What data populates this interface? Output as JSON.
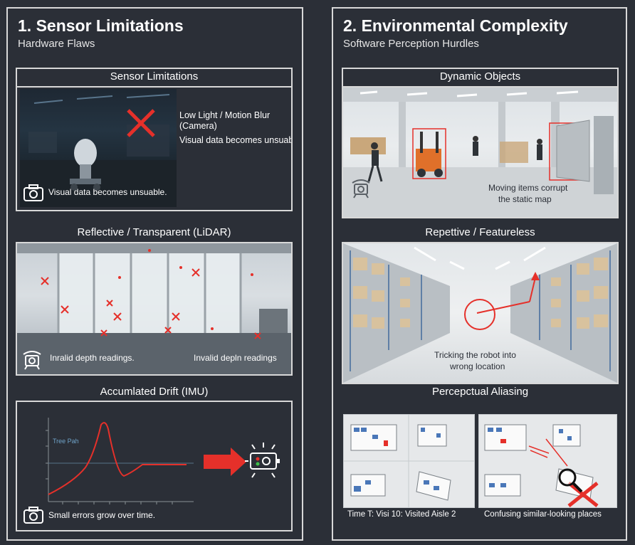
{
  "left": {
    "title": "1. Sensor Limitations",
    "subtitle": "Hardware Flaws",
    "panel1": {
      "title": "Sensor Limitations",
      "label_line1": "Low Light / Motion Blur",
      "label_line2": "(Camera)",
      "label_line3": "Visual data becomes unsuable.",
      "caption": "Visual data becomes unsuable."
    },
    "panel2": {
      "title": "Reflective / Transparent (LiDAR)",
      "caption_left": "Inralid depth readings.",
      "caption_right": "Invalid depln readings"
    },
    "panel3": {
      "title": "Accumlated Drift (IMU)",
      "path_label": "Tree Pah",
      "caption": "Small errors grow over time."
    }
  },
  "right": {
    "title": "2. Environmental Complexity",
    "subtitle": "Software Perception Hurdles",
    "panel1": {
      "title": "Dynamic Objects",
      "caption_line1": "Moving items corrupt",
      "caption_line2": "the static map"
    },
    "panel2": {
      "title": "Repettive / Featureless",
      "caption_line1": "Tricking the robot into",
      "caption_line2": "wrong location"
    },
    "panel3": {
      "title": "Percepctual Aliasing",
      "caption_left": "Time T: Visi 10: Visited Aisle 2",
      "caption_right": "Confusing similar-looking places"
    }
  },
  "colors": {
    "background": "#2b2f37",
    "border": "#d8d8d8",
    "marker_red": "#e5302a",
    "graph_line": "#e5302a"
  },
  "icons": [
    "camera-icon",
    "lidar-scanner-icon",
    "imu-sensor-icon",
    "magnifier-icon"
  ]
}
